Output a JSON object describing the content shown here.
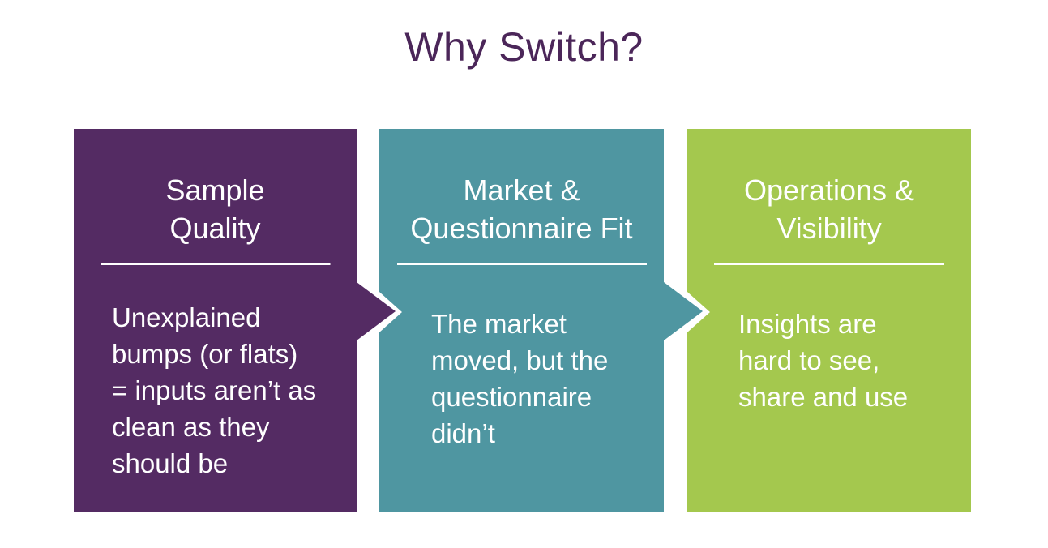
{
  "title": "Why Switch?",
  "colors": {
    "background": "#FFFFFF",
    "title_text": "#4B2659",
    "card_text": "#FFFFFF",
    "divider": "#FFFFFF",
    "sample_quality_bg": "#542B63",
    "market_questionnaire_bg": "#4F96A1",
    "operations_visibility_bg": "#A4C84E"
  },
  "cards": [
    {
      "heading": "Sample\nQuality",
      "body": "Unexplained\nbumps (or flats)\n= inputs aren’t as\nclean as they\nshould be",
      "bg_color": "#542B63"
    },
    {
      "heading": "Market &\nQuestionnaire Fit",
      "body": "The market\nmoved, but the\nquestionnaire\ndidn’t",
      "bg_color": "#4F96A1"
    },
    {
      "heading": "Operations &\nVisibility",
      "body": "Insights are\nhard to see,\nshare and use",
      "bg_color": "#A4C84E"
    }
  ]
}
